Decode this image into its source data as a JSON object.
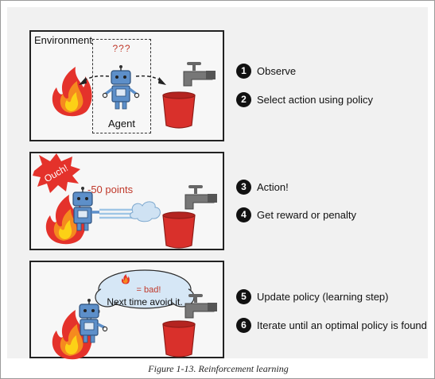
{
  "panel1": {
    "environment_label": "Environment",
    "question_marks": "???",
    "agent_label": "Agent"
  },
  "panel2": {
    "ouch_label": "Ouch!",
    "points_label": "-50 points"
  },
  "panel3": {
    "bad_label": "= bad!",
    "bubble_text": "Next time avoid it."
  },
  "steps": [
    {
      "number": "1",
      "label": "Observe"
    },
    {
      "number": "2",
      "label": "Select action using policy"
    },
    {
      "number": "3",
      "label": "Action!"
    },
    {
      "number": "4",
      "label": "Get reward or penalty"
    },
    {
      "number": "5",
      "label": "Update policy (learning step)"
    },
    {
      "number": "6",
      "label": "Iterate until an optimal policy is found"
    }
  ],
  "caption": "Figure 1-13. Reinforcement learning",
  "colors": {
    "fire_red": "#e4322b",
    "fire_orange": "#f58a1f",
    "fire_yellow": "#fcd116",
    "robot_blue": "#5d8fc9",
    "bucket_red": "#d9302b",
    "text_red": "#c0392b"
  },
  "icons": [
    "fire-icon",
    "robot-icon",
    "faucet-icon",
    "bucket-icon",
    "water-spray-icon",
    "thought-bubble-icon",
    "burst-icon"
  ]
}
